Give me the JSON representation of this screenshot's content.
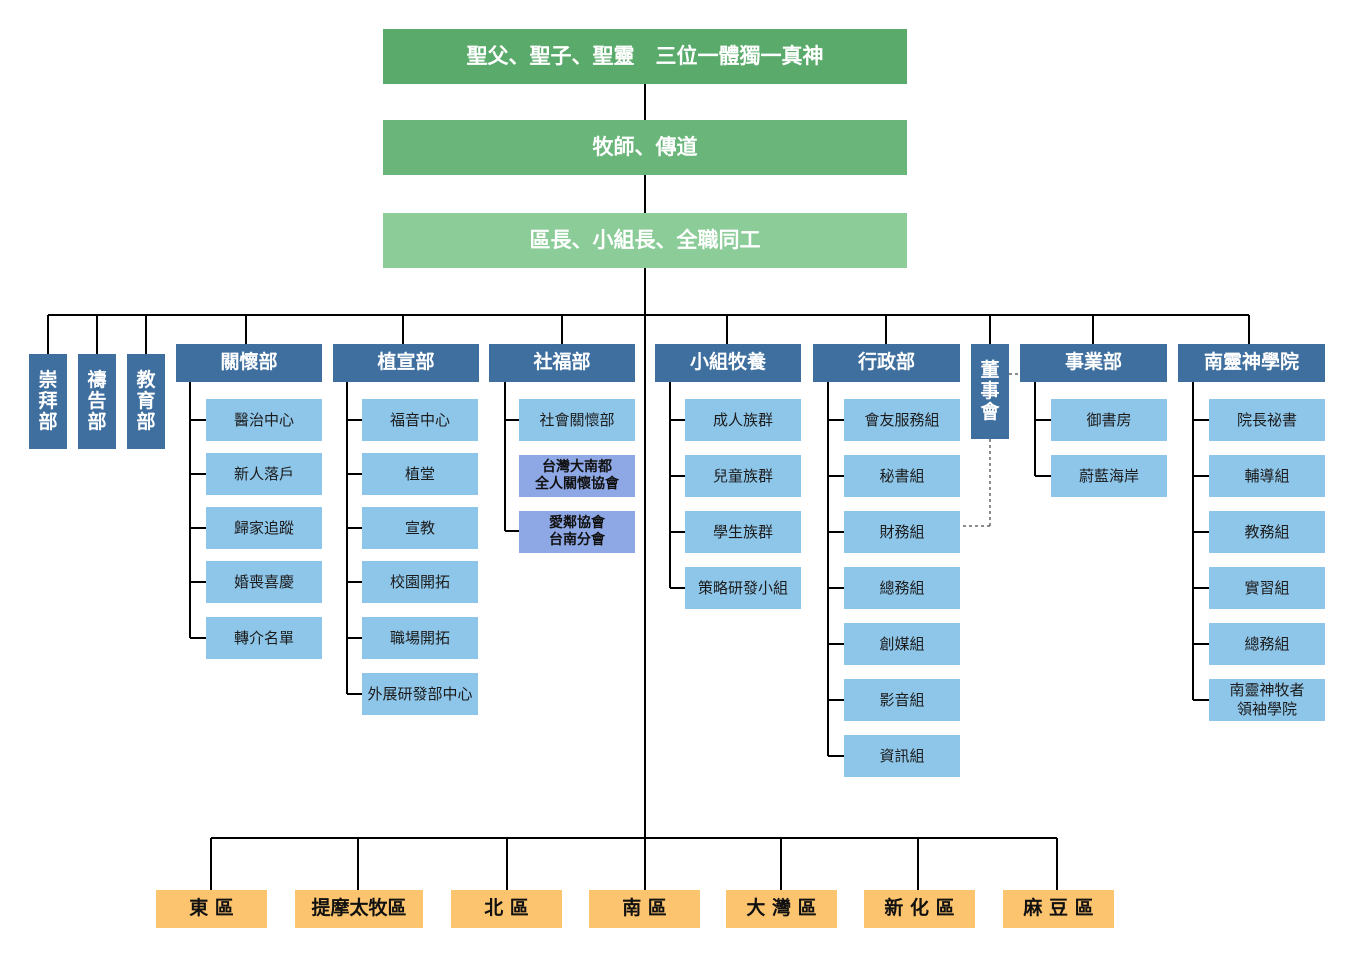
{
  "top": {
    "trinity": "聖父、聖子、聖靈　三位一體獨一真神",
    "pastor": "牧師、傳道",
    "leaders": "區長、小組長、全職同工"
  },
  "vertical_depts": [
    {
      "chars": [
        "崇",
        "拜",
        "部"
      ]
    },
    {
      "chars": [
        "禱",
        "告",
        "部"
      ]
    },
    {
      "chars": [
        "教",
        "育",
        "部"
      ]
    }
  ],
  "board": {
    "chars": [
      "董",
      "事",
      "會"
    ]
  },
  "depts": [
    {
      "label": "關懷部",
      "items": [
        "醫治中心",
        "新人落戶",
        "歸家追蹤",
        "婚喪喜慶",
        "轉介名單"
      ]
    },
    {
      "label": "植宣部",
      "items": [
        "福音中心",
        "植堂",
        "宣教",
        "校園開拓",
        "職場開拓",
        "外展研發部中心"
      ]
    },
    {
      "label": "社福部",
      "items": [
        "社會關懷部"
      ],
      "partners": [
        [
          "台灣大南都",
          "全人關懷協會"
        ],
        [
          "愛鄰協會",
          "台南分會"
        ]
      ]
    },
    {
      "label": "小組牧養",
      "items": [
        "成人族群",
        "兒童族群",
        "學生族群",
        "策略研發小組"
      ]
    },
    {
      "label": "行政部",
      "items": [
        "會友服務組",
        "秘書組",
        "財務組",
        "總務組",
        "創媒組",
        "影音組",
        "資訊組"
      ]
    },
    {
      "label": "事業部",
      "items": [
        "御書房",
        "蔚藍海岸"
      ]
    },
    {
      "label": "南靈神學院",
      "items": [
        "院長祕書",
        "輔導組",
        "教務組",
        "實習組",
        "總務組",
        [
          "南靈神牧者",
          "領袖學院"
        ]
      ]
    }
  ],
  "regions": [
    "東 區",
    "提摩太牧區",
    "北 區",
    "南 區",
    "大 灣 區",
    "新 化 區",
    "麻 豆 區"
  ],
  "colors": {
    "line": "#000000",
    "top1": "#5aab6b",
    "top2": "#6ab57a",
    "top3": "#8bcc98",
    "dept": "#3f6f9f",
    "sub": "#8ec6ea",
    "partner": "#8ea8e6",
    "region": "#fcc46e",
    "dotted": "#666666"
  }
}
